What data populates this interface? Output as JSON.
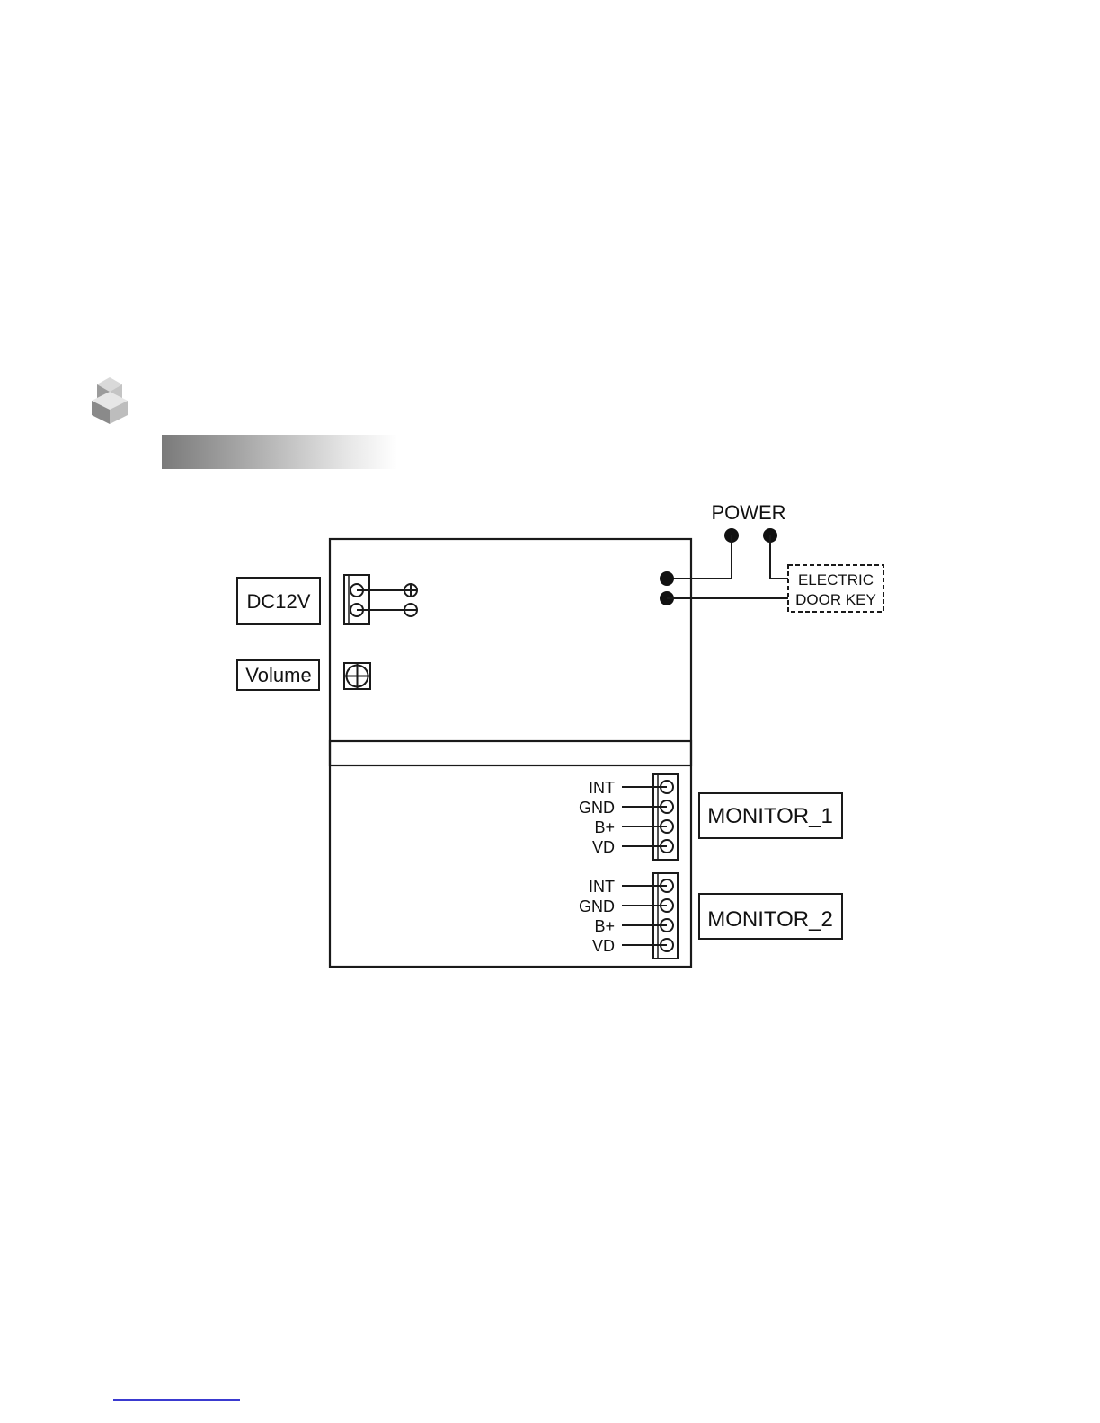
{
  "diagram": {
    "power_label": "POWER",
    "electric_door_key": {
      "line1": "ELECTRIC",
      "line2": "DOOR KEY"
    },
    "dc12v_label": "DC12V",
    "volume_label": "Volume",
    "monitor_1": {
      "label": "MONITOR_1",
      "pins": [
        "INT",
        "GND",
        "B+",
        "VD"
      ]
    },
    "monitor_2": {
      "label": "MONITOR_2",
      "pins": [
        "INT",
        "GND",
        "B+",
        "VD"
      ]
    }
  },
  "colors": {
    "line": "#1a1a1a",
    "heading_bar_start": "#7a7a7a",
    "footer_link": "#3a3ad0"
  },
  "icons": {
    "section": "cube-icon",
    "plus": "plus-circle-icon",
    "minus": "minus-circle-icon",
    "volume": "crosshair-square-icon"
  }
}
